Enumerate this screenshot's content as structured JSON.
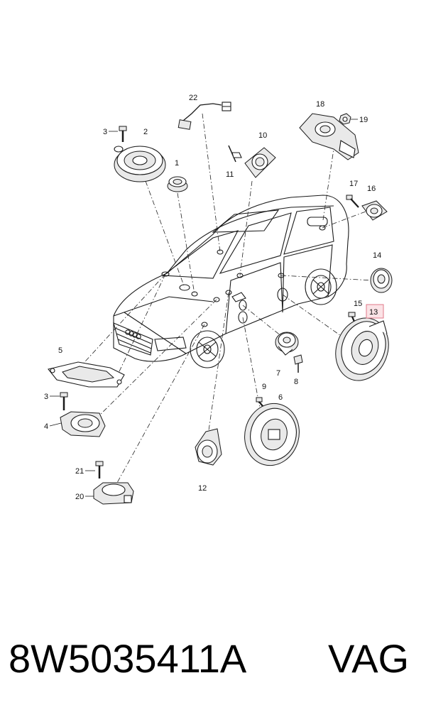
{
  "callouts": {
    "c1": "1",
    "c2": "2",
    "c3a": "3",
    "c3b": "3",
    "c4": "4",
    "c5": "5",
    "c6": "6",
    "c7": "7",
    "c8": "8",
    "c9": "9",
    "c10": "10",
    "c11": "11",
    "c12": "12",
    "c13": "13",
    "c14": "14",
    "c15": "15",
    "c16": "16",
    "c17": "17",
    "c18": "18",
    "c19": "19",
    "c20": "20",
    "c21": "21",
    "c22": "22"
  },
  "highlighted_callout": "13",
  "footer": {
    "part_number": "8W5035411A",
    "brand": "VAG"
  }
}
